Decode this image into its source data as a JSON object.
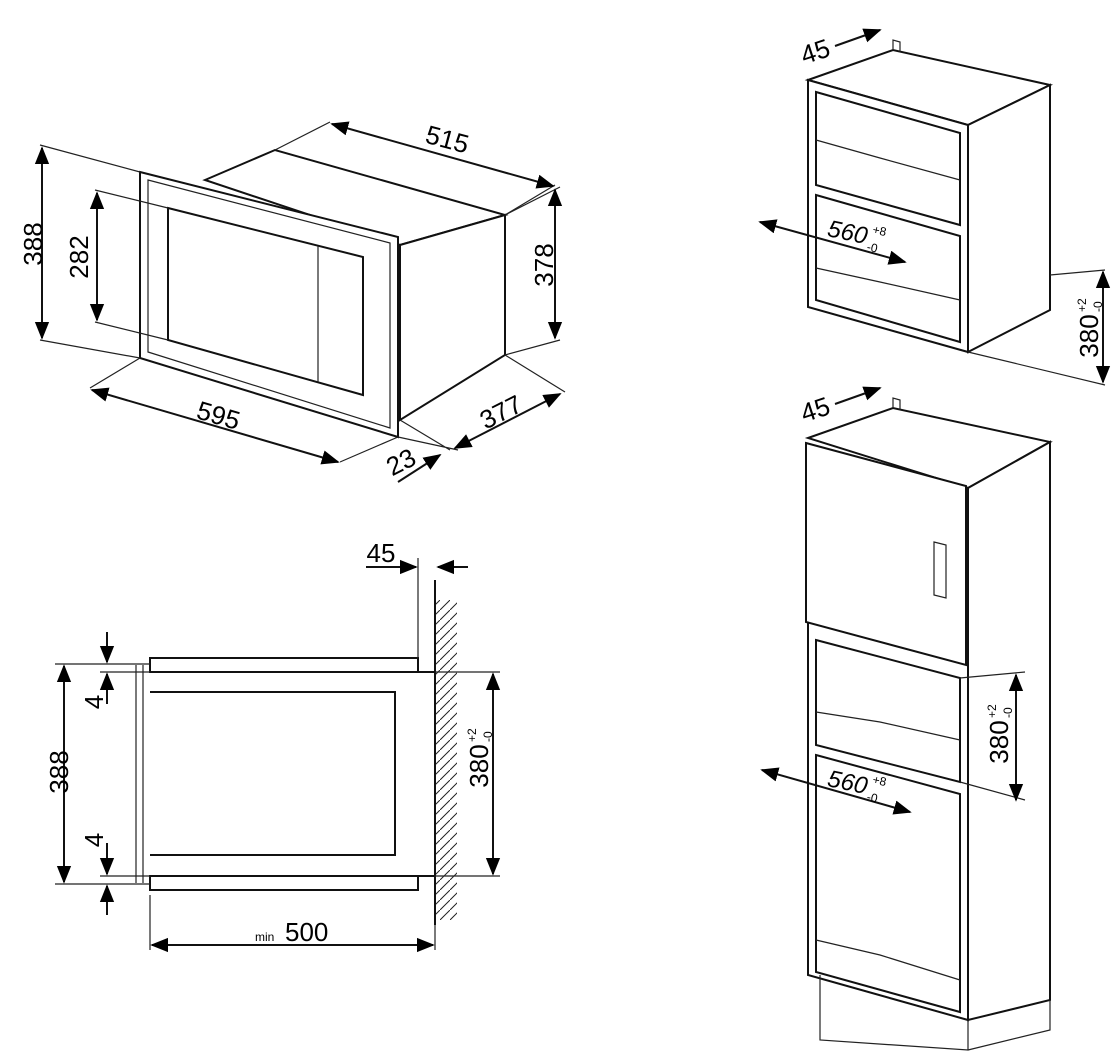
{
  "diagram_a": {
    "width": "515",
    "height_outer": "388",
    "height_inner": "282",
    "depth": "378",
    "front_width": "595",
    "side_depth": "377",
    "frame_depth": "23"
  },
  "diagram_b": {
    "depth_gap": "45",
    "niche_width": "560",
    "niche_width_tol_plus": "+8",
    "niche_width_tol_minus": "-0",
    "niche_height": "380",
    "niche_height_tol_plus": "+2",
    "niche_height_tol_minus": "-0"
  },
  "diagram_c": {
    "depth_gap": "45",
    "total_height": "388",
    "gap_top": "4",
    "gap_bottom": "4",
    "niche_height": "380",
    "niche_height_tol_plus": "+2",
    "niche_height_tol_minus": "-0",
    "min_label": "min",
    "min_depth": "500"
  },
  "diagram_d": {
    "depth_gap": "45",
    "niche_width": "560",
    "niche_width_tol_plus": "+8",
    "niche_width_tol_minus": "-0",
    "niche_height": "380",
    "niche_height_tol_plus": "+2",
    "niche_height_tol_minus": "-0"
  }
}
